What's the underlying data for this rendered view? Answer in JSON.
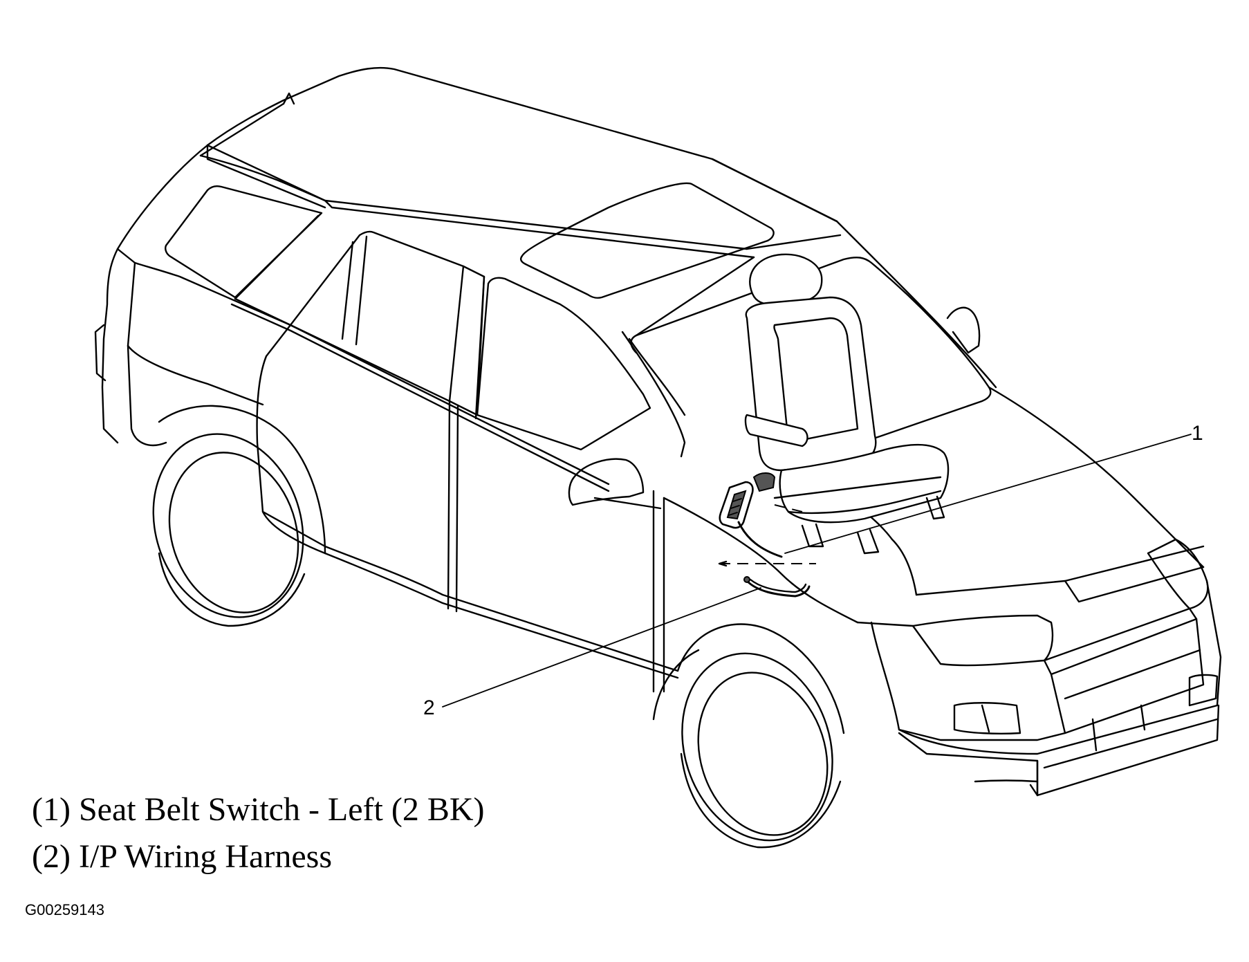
{
  "diagram": {
    "callouts": [
      {
        "number": "1",
        "target": "seat-belt-switch"
      },
      {
        "number": "2",
        "target": "ip-wiring-harness"
      }
    ],
    "legend": [
      {
        "text": "(1) Seat Belt Switch - Left (2 BK)"
      },
      {
        "text": "(2) I/P Wiring Harness"
      }
    ],
    "figure_id": "G00259143",
    "line_color": "#000000",
    "background_color": "#ffffff"
  }
}
